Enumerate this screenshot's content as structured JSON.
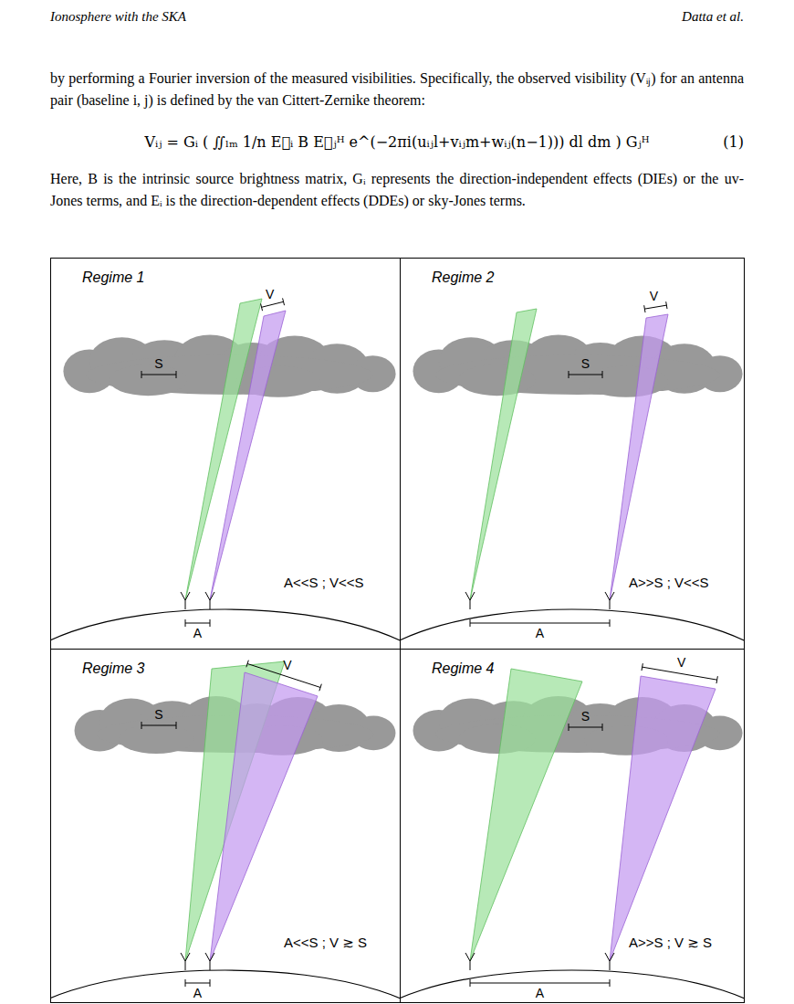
{
  "diagram": {
    "nodes": [
      {
        "text": [
          "Regime 1",
          "A<<S ; V<<S"
        ]
      },
      {
        "text": [
          "Regime 2",
          "A>>S ; V<<S"
        ]
      },
      {
        "text": [
          "Regime 3",
          "A<<S ; V ≳ S"
        ]
      },
      {
        "text": [
          "Regime 4",
          "A>>S ; V ≳ S"
        ]
      }
    ],
    "labels": [
      "Ionosphere with the SKA",
      "Datta et al.",
      "by performing a Fourier inversion of the measured visibilities. Specifically, the observed visibility (Vᵢⱼ) for an antenna pair (baseline i, j) is defined by the van Cittert-Zernike theorem:",
      "Vᵢⱼ = Gᵢ ( ∬ₗₘ 1/n E⃗ᵢ B E⃗ⱼᴴ e^(−2πi(uᵢⱼl+vᵢⱼm+wᵢⱼ(n−1))) dl dm ) Gⱼᴴ",
      "(1)",
      "Here, B is the intrinsic source brightness matrix, Gᵢ represents the direction-independent effects (DIEs) or the uv-Jones terms, and Eᵢ is the direction-dependent effects (DDEs) or sky-Jones terms.",
      "S",
      "V",
      "A",
      "S",
      "V",
      "A",
      "S",
      "V",
      "A",
      "S",
      "V",
      "A"
    ]
  }
}
